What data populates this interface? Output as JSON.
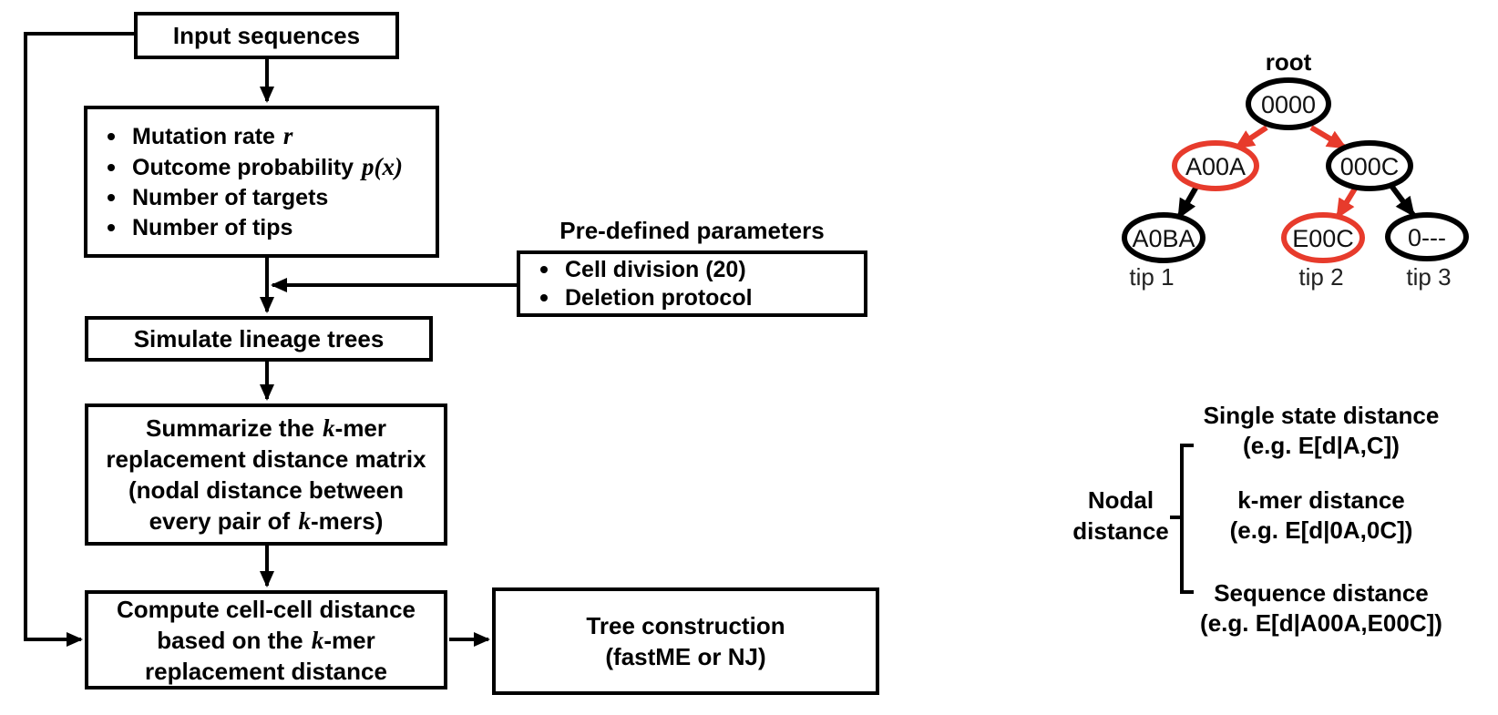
{
  "colors": {
    "red": "#e73b2c",
    "black": "#000000"
  },
  "flowchart": {
    "input_box": {
      "label": "Input sequences"
    },
    "params_box": {
      "items": [
        {
          "pre": "Mutation rate ",
          "math": "r"
        },
        {
          "pre": "Outcome probability ",
          "math": "p(x)"
        },
        {
          "pre": "Number of targets"
        },
        {
          "pre": "Number of tips"
        }
      ]
    },
    "predef": {
      "title": "Pre-defined parameters",
      "items": [
        {
          "pre": "Cell division (20)"
        },
        {
          "pre": "Deletion protocol"
        }
      ]
    },
    "simulate_box": {
      "label": "Simulate lineage trees"
    },
    "summarize_box": {
      "lines": [
        {
          "pre": "Summarize the ",
          "math": "k",
          "post": "-mer"
        },
        {
          "pre": "replacement distance matrix"
        },
        {
          "pre": "(nodal distance between"
        },
        {
          "pre": "every pair of ",
          "math": "k",
          "post": "-mers)"
        }
      ]
    },
    "compute_box": {
      "lines": [
        {
          "pre": "Compute cell-cell distance"
        },
        {
          "pre": "based on the ",
          "math": "k",
          "post": "-mer"
        },
        {
          "pre": "replacement distance"
        }
      ]
    },
    "tree_box": {
      "lines": [
        {
          "pre": "Tree construction"
        },
        {
          "pre": "(fastME or NJ)"
        }
      ]
    }
  },
  "tree": {
    "root_label": "root",
    "nodes": {
      "root": "0000",
      "left_child": "A00A",
      "right_child": "000C",
      "tip1": "A0BA",
      "tip2": "E00C",
      "tip3": "0---"
    },
    "tips": [
      "tip 1",
      "tip 2",
      "tip 3"
    ]
  },
  "nodal": {
    "label_line1": "Nodal",
    "label_line2": "distance",
    "items": [
      {
        "title": "Single state distance",
        "example": "(e.g. E[d|A,C])"
      },
      {
        "title": "k-mer distance",
        "example": "(e.g. E[d|0A,0C])"
      },
      {
        "title": "Sequence distance",
        "example": "(e.g. E[d|A00A,E00C])"
      }
    ]
  }
}
